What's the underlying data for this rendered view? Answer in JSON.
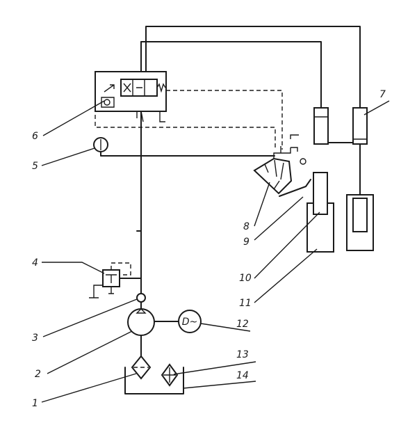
{
  "diagram": {
    "labels": [
      {
        "id": "label-1",
        "text": "1"
      },
      {
        "id": "label-2",
        "text": "2"
      },
      {
        "id": "label-3",
        "text": "3"
      },
      {
        "id": "label-4",
        "text": "4"
      },
      {
        "id": "label-5",
        "text": "5"
      },
      {
        "id": "label-6",
        "text": "6"
      },
      {
        "id": "label-7",
        "text": "7"
      },
      {
        "id": "label-8",
        "text": "8"
      },
      {
        "id": "label-9",
        "text": "9"
      },
      {
        "id": "label-10",
        "text": "10"
      },
      {
        "id": "label-11",
        "text": "11"
      },
      {
        "id": "label-12",
        "text": "12"
      },
      {
        "id": "label-13",
        "text": "13"
      },
      {
        "id": "label-14",
        "text": "14"
      }
    ],
    "motor_symbol": "D~",
    "colors": {
      "ink": "#1a1a1a",
      "paper": "#ffffff"
    }
  }
}
